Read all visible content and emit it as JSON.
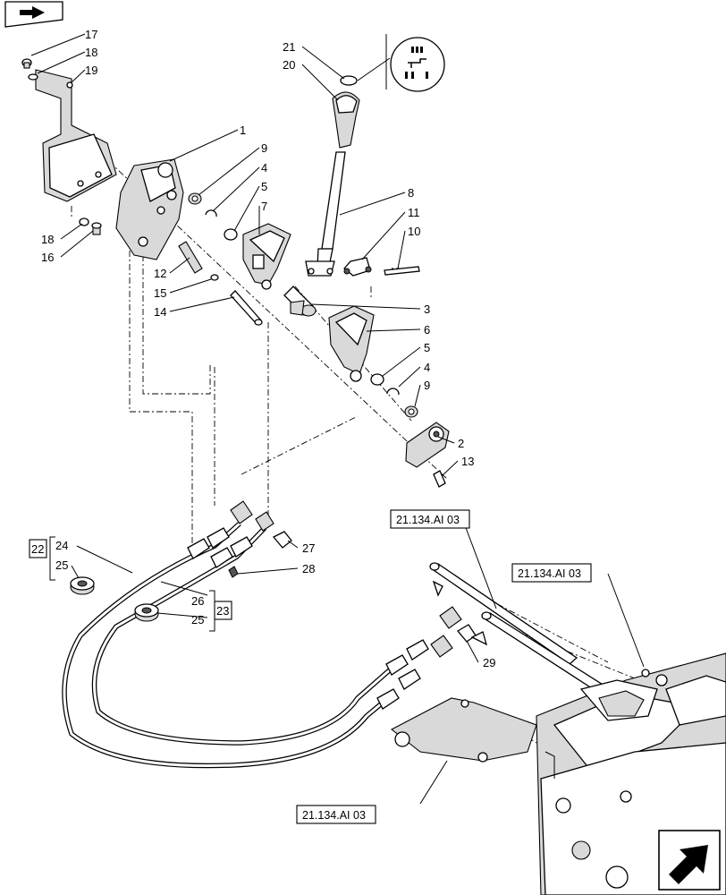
{
  "nav_icon": "book-arrow-icon",
  "corner_icon": "arrow-icon",
  "callouts": {
    "c1": "1",
    "c2": "2",
    "c3": "3",
    "c4a": "4",
    "c4b": "4",
    "c5a": "5",
    "c5b": "5",
    "c6": "6",
    "c7": "7",
    "c8": "8",
    "c9a": "9",
    "c9b": "9",
    "c10": "10",
    "c11": "11",
    "c12": "12",
    "c13": "13",
    "c14": "14",
    "c15": "15",
    "c16": "16",
    "c17": "17",
    "c18a": "18",
    "c18b": "18",
    "c19": "19",
    "c20": "20",
    "c21": "21",
    "c22": "22",
    "c23": "23",
    "c24": "24",
    "c25a": "25",
    "c25b": "25",
    "c26": "26",
    "c27": "27",
    "c28": "28",
    "c29": "29"
  },
  "references": {
    "ref1": "21.134.AI 03",
    "ref2": "21.134.AI 03",
    "ref3": "21.134.AI 03"
  }
}
